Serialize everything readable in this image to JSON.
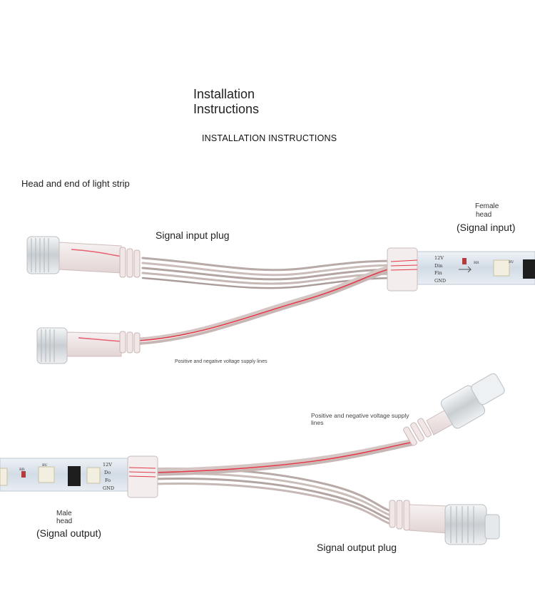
{
  "title_line1": "Installation",
  "title_line2": "Instructions",
  "subtitle": "INSTALLATION INSTRUCTIONS",
  "section_label": "Head and end of light strip",
  "signal_input_plug": "Signal input plug",
  "female_line1": "Female",
  "female_line2": "head",
  "female_line3": "(Signal input)",
  "voltage_top": "Positive and negative voltage supply lines",
  "voltage_bottom": "Positive and negative voltage supply lines",
  "male_line1": "Male",
  "male_line2": "head",
  "male_line3": "(Signal output)",
  "signal_output_plug": "Signal output plug",
  "pins_top": [
    "12V",
    "Din",
    "Fin",
    "GND"
  ],
  "pins_bottom": [
    "12V",
    "Do",
    "Fo",
    "GND"
  ],
  "chip_marks": [
    "RR",
    "RV"
  ],
  "colors": {
    "cable": "#c9b9b6",
    "cable_dark": "#9c8f8c",
    "red_wire": "#e23848",
    "connector": "#dfe3e6",
    "strip": "#d4dde6",
    "chip": "#1e1e1e"
  }
}
